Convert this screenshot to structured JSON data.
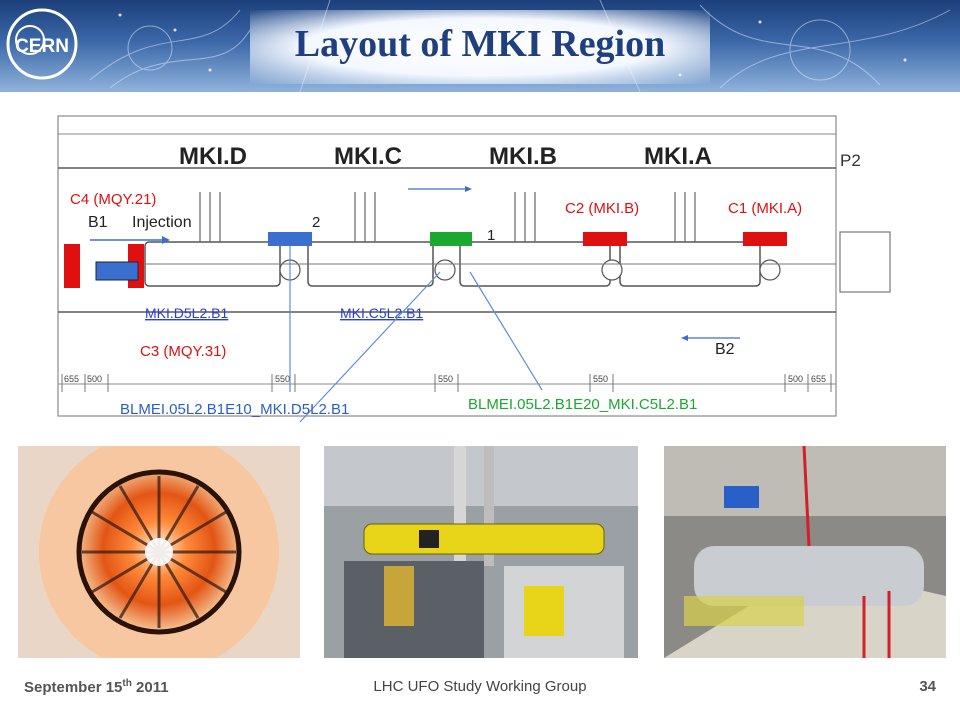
{
  "header": {
    "logo_text": "CERN",
    "title": "Layout of MKI Region"
  },
  "diagram": {
    "magnets": [
      "MKI.D",
      "MKI.C",
      "MKI.B",
      "MKI.A"
    ],
    "point": "P2",
    "collimators": {
      "c1": "C1 (MKI.A)",
      "c2": "C2 (MKI.B)",
      "c3": "C3 (MQY.31)",
      "c4": "C4 (MQY.21)"
    },
    "beam1": "B1",
    "injection": "Injection",
    "beam2": "B2",
    "marker1": "1",
    "marker2": "2",
    "mki_d_label": "MKI.D5L2.B1",
    "mki_c_label": "MKI.C5L2.B1",
    "blm_1": "BLMEI.05L2.B1E10_MKI.D5L2.B1",
    "blm_2": "BLMEI.05L2.B1E20_MKI.C5L2.B1",
    "dims": [
      "655",
      "500",
      "550",
      "550",
      "550",
      "500",
      "655"
    ],
    "colors": {
      "collimator": "#e01010",
      "blm1": "#3a6fd0",
      "blm2": "#1aa830",
      "line": "#5a5a5a"
    }
  },
  "footer": {
    "date": "September 15",
    "date_sup": "th",
    "date_year": "2011",
    "group": "LHC UFO Study Working Group",
    "page": "34"
  }
}
